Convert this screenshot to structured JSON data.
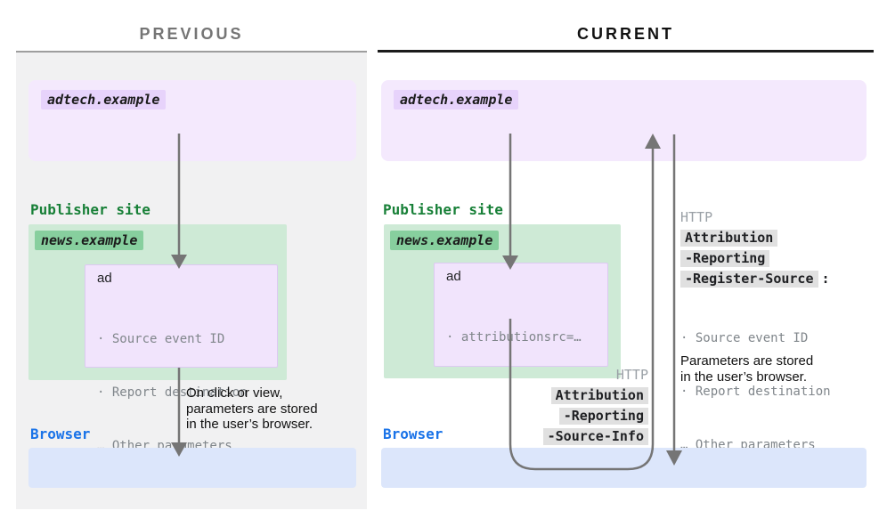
{
  "panels": {
    "previous": {
      "title": "PREVIOUS",
      "adtech_domain": "adtech.example",
      "publisher_site_label": "Publisher site",
      "news_domain": "news.example",
      "ad_title": "ad",
      "ad_params": [
        "· Source event ID",
        "· Report destination",
        "… Other parameters"
      ],
      "flow_caption": "On click or view,\nparameters are stored\nin the user’s browser.",
      "browser_label": "Browser"
    },
    "current": {
      "title": "CURRENT",
      "adtech_domain": "adtech.example",
      "publisher_site_label": "Publisher site",
      "news_domain": "news.example",
      "ad_title": "ad",
      "ad_params": [
        "· attributionsrc=…"
      ],
      "register_source_request": {
        "protocol": "HTTP",
        "header_line1": "Attribution",
        "header_line2": "-Reporting",
        "header_line3": "-Register-Source",
        "colon": ":",
        "params": [
          "· Source event ID",
          "· Report destination",
          "… Other parameters"
        ]
      },
      "stored_caption": "Parameters are stored\nin the user’s browser.",
      "source_info_request": {
        "protocol": "HTTP",
        "header_line1": "Attribution",
        "header_line2": "-Reporting",
        "header_line3": "-Source-Info"
      },
      "browser_label": "Browser"
    }
  },
  "colors": {
    "adtech_box": "#f4e9fd",
    "adtech_chip": "#e7d3fb",
    "publisher_box": "#ceead6",
    "news_chip": "#87cf9e",
    "ad_box": "#f1e4fc",
    "browser_box": "#dce6fb",
    "http_header_chip": "#e0e0e0",
    "publisher_text": "#188038",
    "browser_text": "#1a73e8",
    "muted_text": "#80868b",
    "http_text": "#9aa0a6",
    "arrow": "#757575",
    "previous_panel_bg": "#f1f1f2"
  }
}
